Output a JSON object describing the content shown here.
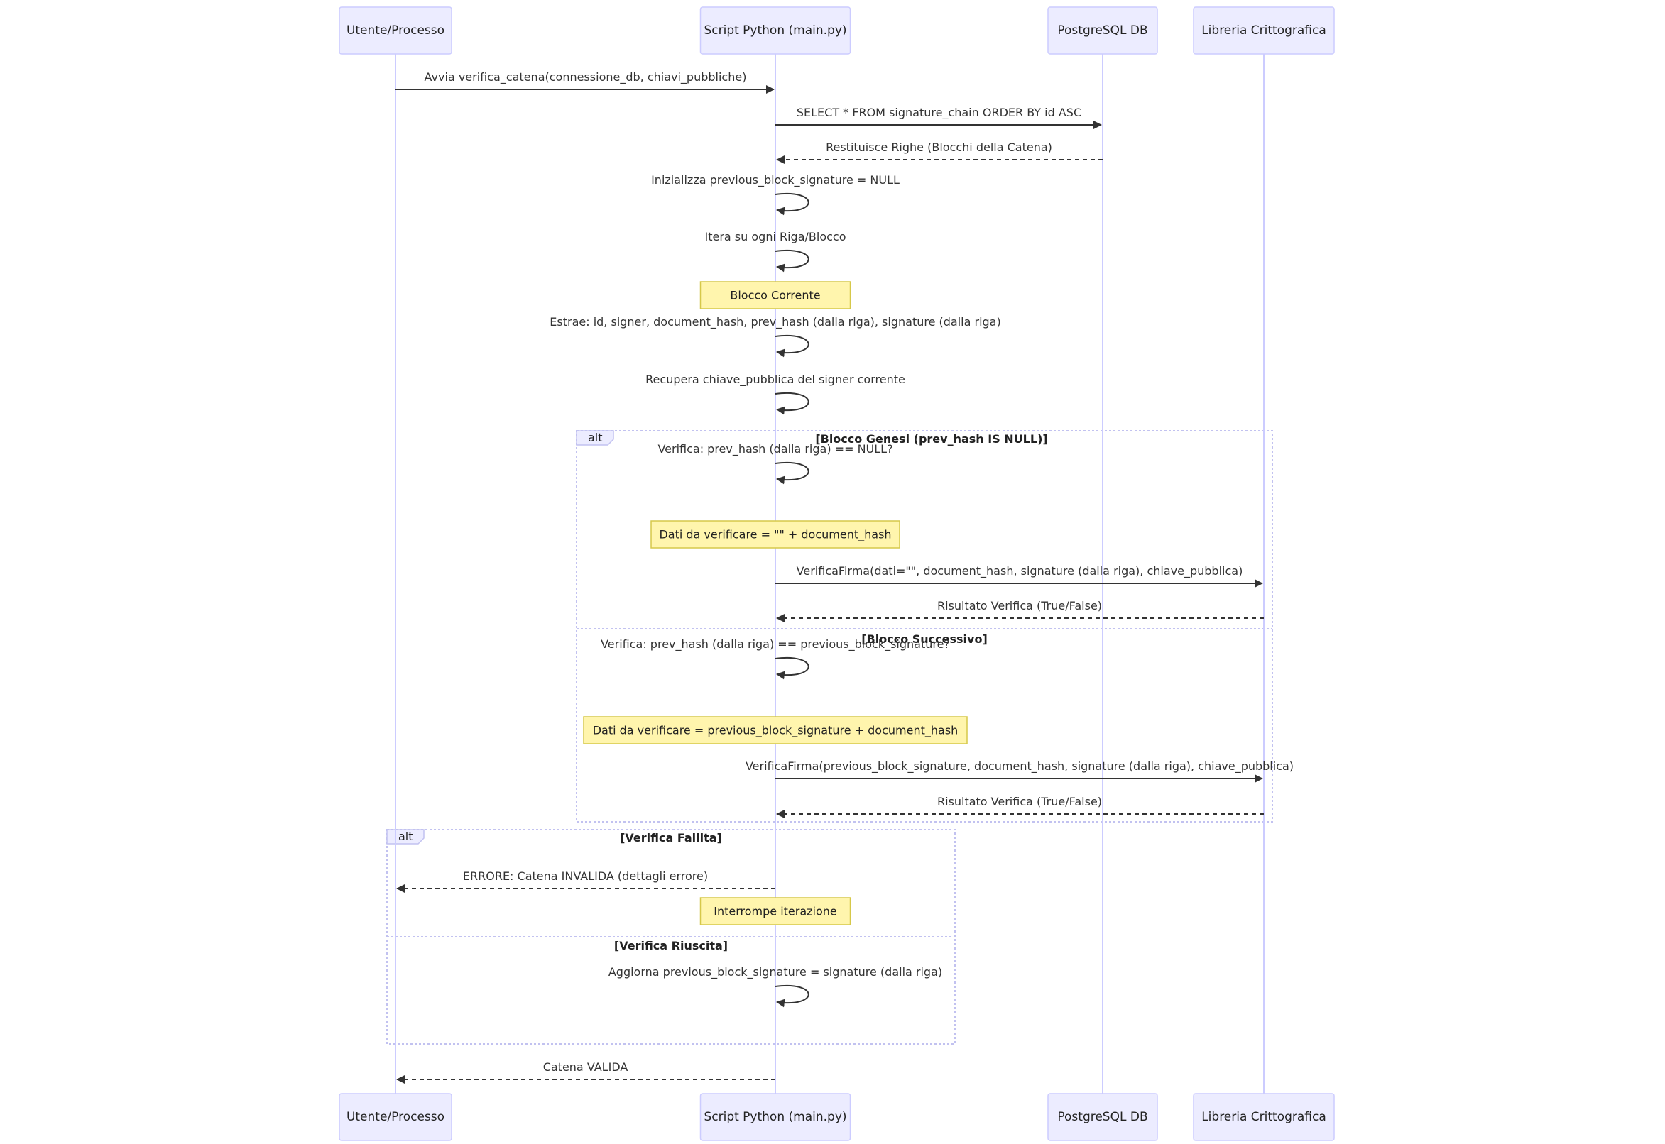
{
  "participants": [
    {
      "id": "utente",
      "label": "Utente/Processo"
    },
    {
      "id": "script",
      "label": "Script Python (main.py)"
    },
    {
      "id": "db",
      "label": "PostgreSQL DB"
    },
    {
      "id": "crypto",
      "label": "Libreria Crittografica"
    }
  ],
  "steps": [
    {
      "kind": "msg",
      "from": "utente",
      "to": "script",
      "style": "solid",
      "text": "Avvia verifica_catena(connessione_db, chiavi_pubbliche)"
    },
    {
      "kind": "msg",
      "from": "script",
      "to": "db",
      "style": "solid",
      "text": "SELECT * FROM signature_chain ORDER BY id ASC"
    },
    {
      "kind": "msg",
      "from": "db",
      "to": "script",
      "style": "dashed",
      "text": "Restituisce Righe (Blocchi della Catena)"
    },
    {
      "kind": "self",
      "on": "script",
      "text": "Inizializza previous_block_signature = NULL"
    },
    {
      "kind": "self",
      "on": "script",
      "text": "Itera su ogni Riga/Blocco"
    },
    {
      "kind": "note",
      "over": "script",
      "text": "Blocco Corrente"
    },
    {
      "kind": "self",
      "on": "script",
      "text": "Estrae: id, signer, document_hash, prev_hash (dalla riga), signature (dalla riga)"
    },
    {
      "kind": "self",
      "on": "script",
      "text": "Recupera chiave_pubblica del signer corrente"
    },
    {
      "kind": "self",
      "on": "script",
      "text": "Verifica: prev_hash (dalla riga) == NULL?"
    },
    {
      "kind": "note",
      "over": "script",
      "text": "Dati da verificare = \"\" + document_hash"
    },
    {
      "kind": "msg",
      "from": "script",
      "to": "crypto",
      "style": "solid",
      "text": "VerificaFirma(dati=\"\", document_hash, signature (dalla riga), chiave_pubblica)"
    },
    {
      "kind": "msg",
      "from": "crypto",
      "to": "script",
      "style": "dashed",
      "text": "Risultato Verifica (True/False)"
    },
    {
      "kind": "self",
      "on": "script",
      "text": "Verifica: prev_hash (dalla riga) == previous_block_signature?"
    },
    {
      "kind": "note",
      "over": "script",
      "text": "Dati da verificare = previous_block_signature + document_hash"
    },
    {
      "kind": "msg",
      "from": "script",
      "to": "crypto",
      "style": "solid",
      "text": "VerificaFirma(previous_block_signature, document_hash, signature (dalla riga), chiave_pubblica)"
    },
    {
      "kind": "msg",
      "from": "crypto",
      "to": "script",
      "style": "dashed",
      "text": "Risultato Verifica (True/False)"
    },
    {
      "kind": "msg",
      "from": "script",
      "to": "utente",
      "style": "dashed",
      "text": "ERRORE: Catena INVALIDA (dettagli errore)"
    },
    {
      "kind": "note",
      "over": "script",
      "text": "Interrompe iterazione"
    },
    {
      "kind": "self",
      "on": "script",
      "text": "Aggiorna previous_block_signature = signature (dalla riga)"
    },
    {
      "kind": "msg",
      "from": "script",
      "to": "utente",
      "style": "dashed",
      "text": "Catena VALIDA"
    }
  ],
  "frames": [
    {
      "keyword": "alt",
      "conditions": [
        "[Blocco Genesi (prev_hash IS NULL)]",
        "[Blocco Successivo]"
      ]
    },
    {
      "keyword": "alt",
      "conditions": [
        "[Verifica Fallita]",
        "[Verifica Riuscita]"
      ]
    }
  ]
}
